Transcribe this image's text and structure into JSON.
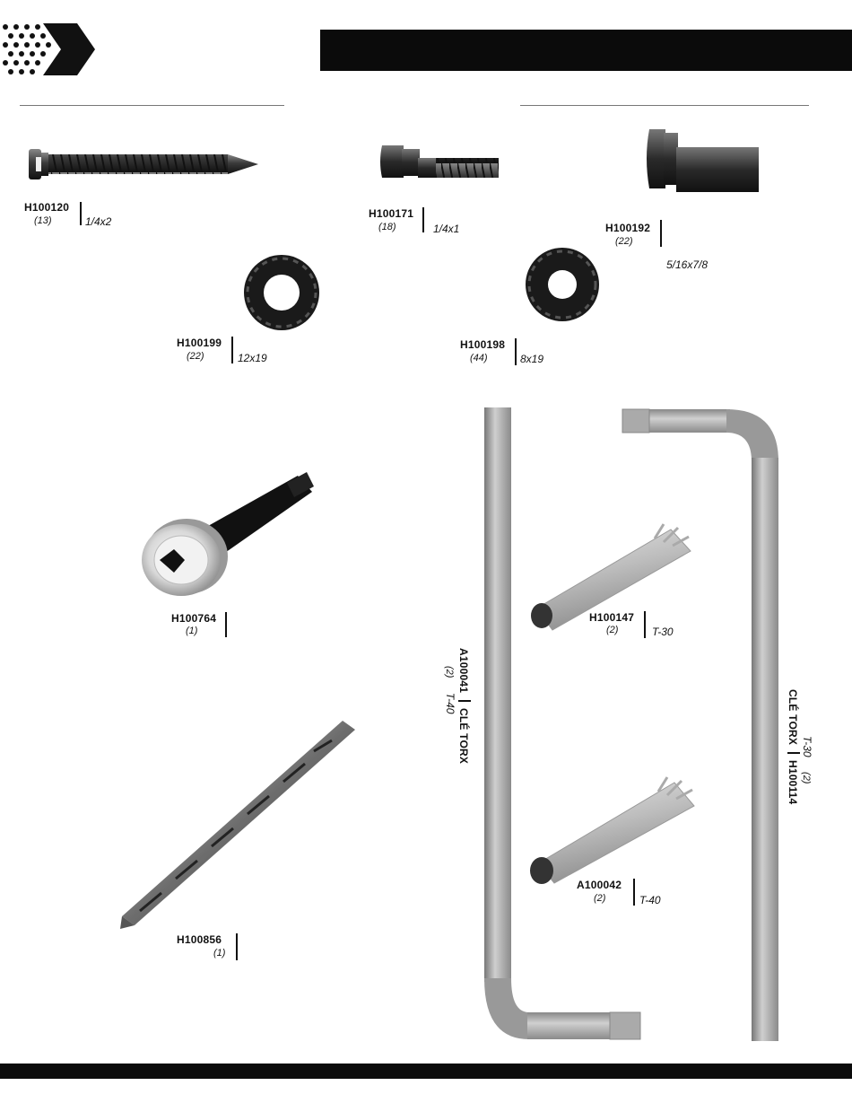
{
  "page": {
    "header_band_text": "",
    "colors": {
      "ink": "#111111",
      "band": "#0b0b0b"
    }
  },
  "parts": {
    "h100120": {
      "number": "H100120",
      "qty": "(13)",
      "size": "1/4x2"
    },
    "h100171": {
      "number": "H100171",
      "qty": "(18)",
      "size": "1/4x1"
    },
    "h100192": {
      "number": "H100192",
      "qty": "(22)",
      "size": "5/16x7/8"
    },
    "h100199": {
      "number": "H100199",
      "qty": "(22)",
      "size": "12x19"
    },
    "h100198": {
      "number": "H100198",
      "qty": "(44)",
      "size": "8x19"
    },
    "h100764": {
      "number": "H100764",
      "qty": "(1)"
    },
    "h100856": {
      "number": "H100856",
      "qty": "(1)"
    },
    "h100147": {
      "number": "H100147",
      "qty": "(2)",
      "size": "T-30"
    },
    "a100042": {
      "number": "A100042",
      "qty": "(2)",
      "size": "T-40"
    },
    "a100041": {
      "number": "A100041",
      "qty": "(2)",
      "name": "CLÉ TORX",
      "size": "T-40"
    },
    "h100114": {
      "number": "H100114",
      "qty": "(2)",
      "name": "CLÉ TORX",
      "size": "T-30"
    }
  }
}
